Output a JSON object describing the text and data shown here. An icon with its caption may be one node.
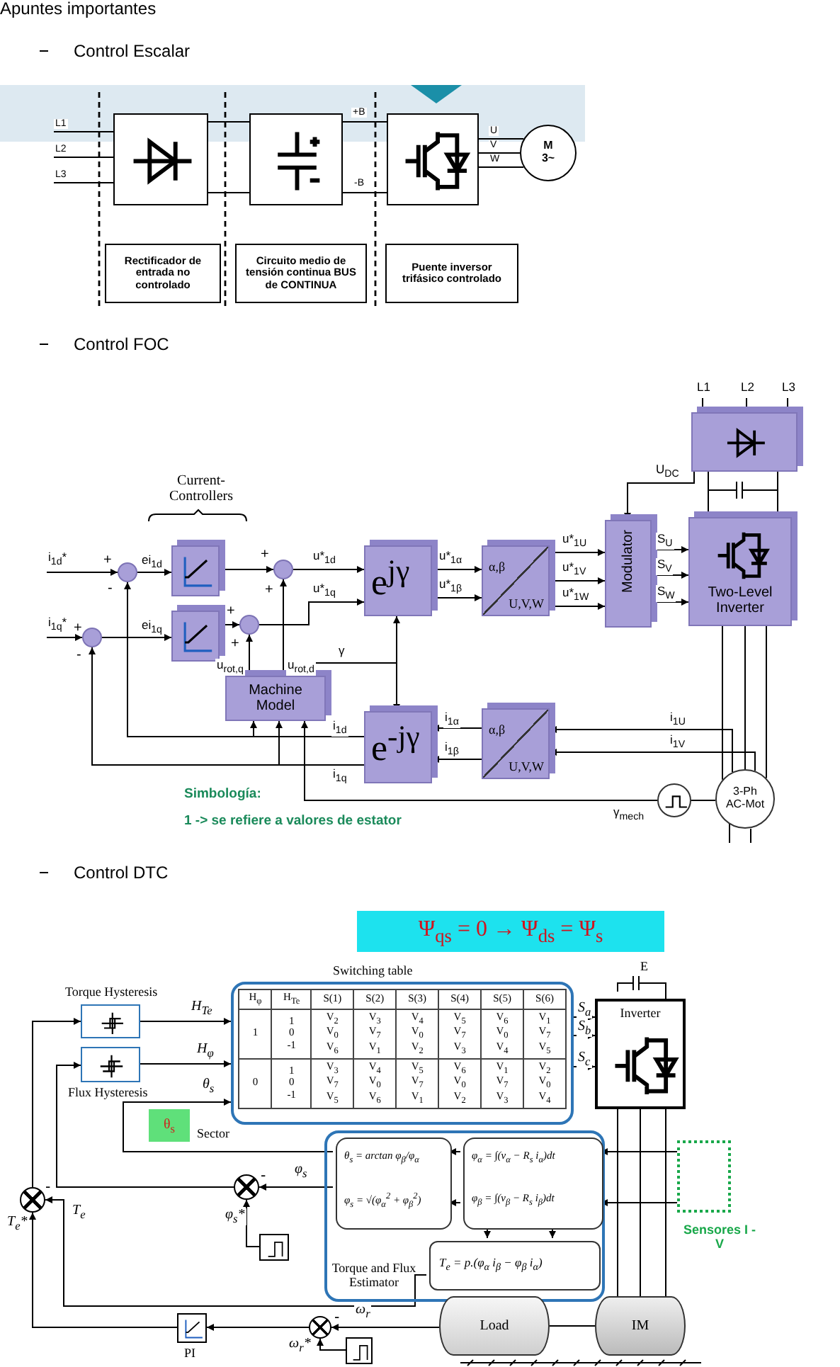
{
  "diagram": {
    "title": "Apuntes importantes",
    "nodes": [
      {
        "text": [],
        "shape": "box"
      },
      {
        "text": [],
        "shape": "box"
      },
      {
        "text": [],
        "shape": "box"
      },
      {
        "text": [
          "M 3~"
        ]
      },
      {
        "text": [
          "Rectificador de entrada no controlado"
        ]
      },
      {
        "text": [
          "Circuito medio de tensión continua BUS de CONTINUA"
        ]
      },
      {
        "text": [
          "Puente inversor trifásico controlado"
        ]
      },
      {
        "text": [],
        "shape": "circle"
      },
      {
        "text": [],
        "shape": "box"
      },
      {
        "text": [],
        "shape": "circle"
      },
      {
        "text": [],
        "shape": "circle"
      },
      {
        "text": [],
        "shape": "box"
      },
      {
        "text": [],
        "shape": "circle"
      },
      {
        "text": [
          "e$^{jγ}$"
        ]
      },
      {
        "text": [
          "α,β",
          "U,V,W"
        ]
      },
      {
        "text": [
          "Modulator"
        ]
      },
      {
        "text": [
          "Two-Level Inverter"
        ]
      },
      {
        "text": [],
        "shape": "box"
      },
      {
        "text": [
          "Machine Model"
        ]
      },
      {
        "text": [
          "e$^{-jγ}$"
        ]
      },
      {
        "text": [
          "α,β",
          "U,V,W"
        ]
      },
      {
        "text": [],
        "shape": "circle"
      },
      {
        "text": [
          "3-Ph AC-Mot"
        ]
      },
      {
        "text": [
          "Ψ$_{qs}$ = 0 →  Ψ$_{ds}$ = Ψ$_{s}$"
        ]
      },
      {
        "text": [
          "Torque Hysteresis"
        ]
      },
      {
        "text": [
          "Flux Hysteresis"
        ]
      },
      {
        "text": [
          "Switching table"
        ]
      },
      {
        "text": [
          "Inverter"
        ]
      },
      {
        "text": [
          "θ$_{s}$"
        ],
        "beside": [
          "Sector"
        ]
      },
      {
        "text": [
          "Torque and Flux Estimator"
        ]
      },
      {
        "text": [
          "θ$_{s}$ = arctan φ$_{β}$/φ$_{α}$",
          "φ$_{s}$ = √(φ$_{α}$$^{2}$ + φ$_{β}$$^{2}$)"
        ],
        "in": 29
      },
      {
        "text": [
          "φ$_{α}$ = ∫(v$_{α}$ − R$_{s}$ i$_{α}$)dt",
          "φ$_{β}$ = ∫(v$_{β}$ − R$_{s}$ i$_{β}$)dt"
        ],
        "in": 29
      },
      {
        "text": [
          "T$_{e}$ = p.(φ$_{α}$ i$_{β}$ − φ$_{β}$ i$_{α}$)"
        ],
        "in": 29
      },
      {
        "text": [
          "Sensores I - V"
        ]
      },
      {
        "text": [
          "IM"
        ]
      },
      {
        "text": [
          "Load"
        ]
      },
      {
        "text": [],
        "shape": "circle"
      },
      {
        "text": [],
        "shape": "circle"
      },
      {
        "text": [],
        "shape": "box"
      },
      {
        "text": [],
        "shape": "circle"
      },
      {
        "text": [],
        "shape": "box"
      },
      {
        "text": [
          "PI"
        ]
      }
    ],
    "edges": [
      {
        "from": null,
        "to": 0,
        "arrow": "none",
        "label": "L1"
      },
      {
        "from": null,
        "to": 0,
        "arrow": "none",
        "label": "L2"
      },
      {
        "from": null,
        "to": 0,
        "arrow": "none",
        "label": "L3"
      },
      {
        "from": 0,
        "to": 1,
        "arrow": "none"
      },
      {
        "from": 0,
        "to": 1,
        "arrow": "none"
      },
      {
        "from": 1,
        "to": 2,
        "arrow": "none",
        "label": "+B"
      },
      {
        "from": 1,
        "to": 2,
        "arrow": "none",
        "label": "-B"
      },
      {
        "from": 2,
        "to": 3,
        "arrow": "none",
        "label": "U"
      },
      {
        "from": 2,
        "to": 3,
        "arrow": "none",
        "label": "V"
      },
      {
        "from": 2,
        "to": 3,
        "arrow": "none",
        "label": "W"
      },
      {
        "from": null,
        "to": 7,
        "arrow": "to",
        "label": "i$_{1d}$*"
      },
      {
        "from": 7,
        "to": 8,
        "arrow": "to",
        "label": "ei$_{1d}$"
      },
      {
        "from": 8,
        "to": 9,
        "arrow": "to"
      },
      {
        "from": 9,
        "to": 13,
        "arrow": "to",
        "label": "u*$_{1d}$"
      },
      {
        "from": null,
        "to": 10,
        "arrow": "to",
        "label": "i$_{1q}$*"
      },
      {
        "from": 10,
        "to": 11,
        "arrow": "to",
        "label": "ei$_{1q}$"
      },
      {
        "from": 11,
        "to": 12,
        "arrow": "to"
      },
      {
        "from": 12,
        "to": 13,
        "arrow": "to",
        "label": "u*$_{1q}$"
      },
      {
        "from": 13,
        "to": 14,
        "arrow": "to",
        "label": "u*$_{1α}$"
      },
      {
        "from": 13,
        "to": 14,
        "arrow": "to",
        "label": "u*$_{1β}$"
      },
      {
        "from": 14,
        "to": 15,
        "arrow": "to",
        "label": "u*$_{1U}$"
      },
      {
        "from": 14,
        "to": 15,
        "arrow": "to",
        "label": "u*$_{1V}$"
      },
      {
        "from": 14,
        "to": 15,
        "arrow": "to",
        "label": "u*$_{1W}$"
      },
      {
        "from": 15,
        "to": 16,
        "arrow": "to",
        "label": "S$_{U}$"
      },
      {
        "from": 15,
        "to": 16,
        "arrow": "to",
        "label": "S$_{V}$"
      },
      {
        "from": 15,
        "to": 16,
        "arrow": "to",
        "label": "S$_{W}$"
      },
      {
        "from": null,
        "to": 17,
        "arrow": "none",
        "label": "L1"
      },
      {
        "from": null,
        "to": 17,
        "arrow": "none",
        "label": "L2"
      },
      {
        "from": null,
        "to": 17,
        "arrow": "none",
        "label": "L3"
      },
      {
        "from": 17,
        "to": 16,
        "arrow": "none"
      },
      {
        "from": 17,
        "to": 16,
        "arrow": "none"
      },
      {
        "from": 17,
        "to": 15,
        "arrow": "to",
        "label": "U$_{DC}$"
      },
      {
        "from": 16,
        "to": 22,
        "arrow": "none"
      },
      {
        "from": 16,
        "to": 22,
        "arrow": "none"
      },
      {
        "from": 16,
        "to": 22,
        "arrow": "none"
      },
      {
        "from": 22,
        "to": 20,
        "arrow": "to",
        "label": "i$_{1U}$"
      },
      {
        "from": 22,
        "to": 20,
        "arrow": "to",
        "label": "i$_{1V}$"
      },
      {
        "from": 20,
        "to": 19,
        "arrow": "to",
        "label": "i$_{1α}$"
      },
      {
        "from": 20,
        "to": 19,
        "arrow": "to",
        "label": "i$_{1β}$"
      },
      {
        "from": 19,
        "to": 7,
        "arrow": "to",
        "label": "i$_{1d}$"
      },
      {
        "from": 19,
        "to": 10,
        "arrow": "to",
        "label": "i$_{1q}$"
      },
      {
        "from": 19,
        "to": 18,
        "arrow": "to"
      },
      {
        "from": 19,
        "to": 18,
        "arrow": "to"
      },
      {
        "from": 22,
        "to": 21,
        "arrow": "none"
      },
      {
        "from": 21,
        "to": 18,
        "arrow": "to",
        "label": "γ$_{mech}$"
      },
      {
        "from": 18,
        "to": 12,
        "arrow": "to",
        "label": "u$_{rot,q}$"
      },
      {
        "from": 18,
        "to": 9,
        "arrow": "to",
        "label": "u$_{rot,d}$"
      },
      {
        "from": 18,
        "to": 13,
        "arrow": "to",
        "label": "γ"
      },
      {
        "from": 18,
        "to": 19,
        "arrow": "to"
      },
      {
        "from": 24,
        "to": 26,
        "arrow": "to",
        "label": "H$_{Te}$"
      },
      {
        "from": 25,
        "to": 26,
        "arrow": "to",
        "label": "H$_{φ}$"
      },
      {
        "from": 30,
        "to": 26,
        "arrow": "to",
        "label": "θ$_{s}$"
      },
      {
        "from": 26,
        "to": 27,
        "arrow": "to",
        "label": "S$_{a}$"
      },
      {
        "from": 26,
        "to": 27,
        "arrow": "to",
        "label": "S$_{b}$"
      },
      {
        "from": 26,
        "to": 27,
        "arrow": "to",
        "label": "S$_{c}$"
      },
      {
        "from": 27,
        "to": 34,
        "arrow": "none"
      },
      {
        "from": 27,
        "to": 34,
        "arrow": "none"
      },
      {
        "from": 27,
        "to": 34,
        "arrow": "none"
      },
      {
        "from": 33,
        "to": 31,
        "arrow": "to"
      },
      {
        "from": 33,
        "to": 31,
        "arrow": "to"
      },
      {
        "from": 31,
        "to": 30,
        "arrow": "to"
      },
      {
        "from": 31,
        "to": 30,
        "arrow": "to"
      },
      {
        "from": 31,
        "to": 32,
        "arrow": "to"
      },
      {
        "from": 31,
        "to": 32,
        "arrow": "to"
      },
      {
        "from": 30,
        "to": 37,
        "arrow": "to",
        "label": "φ$_{s}$"
      },
      {
        "from": 38,
        "to": 37,
        "arrow": "to",
        "label": "φ$_{s}$*"
      },
      {
        "from": 37,
        "to": 25,
        "arrow": "to"
      },
      {
        "from": 32,
        "to": 36,
        "arrow": "to",
        "label": "T$_{e}$"
      },
      {
        "from": 36,
        "to": 24,
        "arrow": "to"
      },
      {
        "from": 41,
        "to": 36,
        "arrow": "to",
        "label": "T$_{e}$*"
      },
      {
        "from": 39,
        "to": 41,
        "arrow": "to"
      },
      {
        "from": 40,
        "to": 39,
        "arrow": "to",
        "label": "ω$_{r}$*"
      },
      {
        "from": 35,
        "to": 39,
        "arrow": "to",
        "label": "ω$_{r}$"
      },
      {
        "from": 34,
        "to": 35,
        "arrow": "none"
      }
    ],
    "labels": [
      "Control Escalar",
      "Control FOC",
      "Current- Controllers",
      "+",
      "-",
      "+",
      "+",
      "+",
      "-",
      "+",
      "+",
      "Simbología:",
      "1 -> se refiere a valores de estator",
      "Control DTC",
      "H$_{φ}$",
      "H$_{Te}$",
      "S(1)",
      "S(2)",
      "S(3)",
      "S(4)",
      "S(5)",
      "S(6)",
      "1",
      "1 0 -1",
      "V$_{2}$ V$_{0}$ V$_{6}$",
      "V$_{3}$ V$_{7}$ V$_{1}$",
      "V$_{4}$ V$_{0}$ V$_{2}$",
      "V$_{5}$ V$_{7}$ V$_{3}$",
      "V$_{6}$ V$_{0}$ V$_{4}$",
      "V$_{1}$ V$_{7}$ V$_{5}$",
      "0",
      "1 0 -1",
      "V$_{3}$ V$_{7}$ V$_{5}$",
      "V$_{4}$ V$_{0}$ V$_{6}$",
      "V$_{5}$ V$_{7}$ V$_{1}$",
      "V$_{6}$ V$_{0}$ V$_{2}$",
      "V$_{1}$ V$_{7}$ V$_{3}$",
      "V$_{2}$ V$_{0}$ V$_{4}$",
      "E",
      "-",
      "-",
      "-"
    ]
  }
}
